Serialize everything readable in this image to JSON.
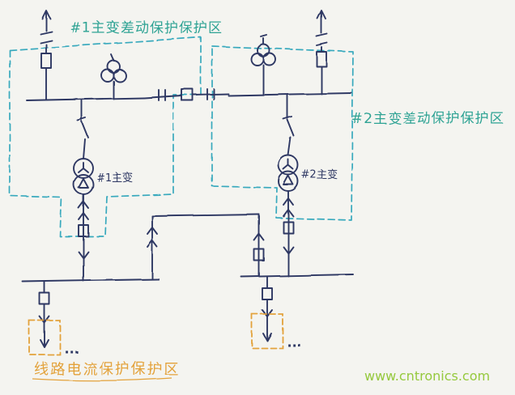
{
  "colors": {
    "bg": "#f4f4f0",
    "ink": "#2e3763",
    "zone_line": "#37a9bd",
    "zone_text": "#2fa394",
    "orange": "#e3a23b",
    "green": "#95c93d"
  },
  "labels": {
    "zone1": "#1主变差动保护保护区",
    "zone2": "#2主变差动保护保护区",
    "transformer1": "#1主变",
    "transformer2": "#2主变",
    "line_protection": "线路电流保护保护区",
    "watermark": "www.cntronics.com",
    "ellipsis_left": "...",
    "ellipsis_right": "..."
  }
}
